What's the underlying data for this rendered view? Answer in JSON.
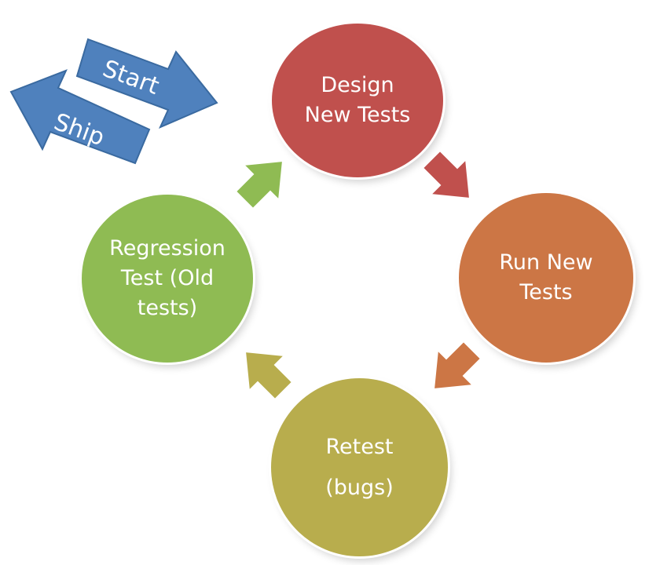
{
  "nodes": {
    "design": {
      "line1": "Design",
      "line2": "New Tests",
      "color": "#c0504d"
    },
    "run": {
      "line1": "Run New",
      "line2": "Tests",
      "color": "#cc7645"
    },
    "retest": {
      "line1": "Retest",
      "line2": "(bugs)",
      "color": "#b8ad4d"
    },
    "regression": {
      "line1": "Regression",
      "line2": "Test (Old",
      "line3": "tests)",
      "color": "#8fbb53"
    }
  },
  "arrows": {
    "start_label": "Start",
    "ship_label": "Ship",
    "ribbon_color": "#4f81bd"
  }
}
